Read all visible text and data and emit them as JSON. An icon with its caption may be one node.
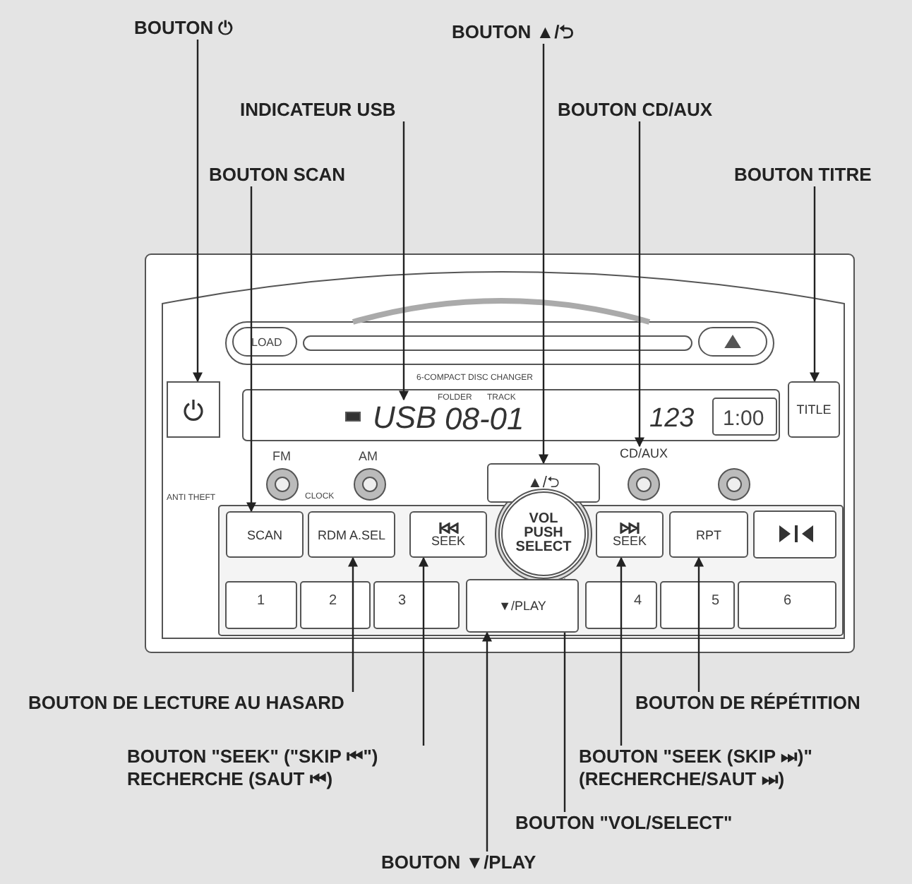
{
  "diagram": {
    "nodes": [
      {
        "text": [
          "BOUTON ⏻"
        ]
      },
      {
        "text": [
          "BOUTON ▲/⮌"
        ]
      },
      {
        "text": [
          "INDICATEUR USB"
        ]
      },
      {
        "text": [
          "BOUTON CD/AUX"
        ]
      },
      {
        "text": [
          "BOUTON SCAN"
        ]
      },
      {
        "text": [
          "BOUTON TITRE"
        ]
      },
      {
        "text": [
          "BOUTON DE LECTURE AU HASARD"
        ]
      },
      {
        "text": [
          "BOUTON DE RÉPÉTITION"
        ]
      },
      {
        "text": [
          "BOUTON \"SEEK\" (\"SKIP ⏮\") RECHERCHE (SAUT ⏮)"
        ]
      },
      {
        "text": [
          "BOUTON \"SEEK (SKIP ⏭)\" (RECHERCHE/SAUT ⏭)"
        ]
      },
      {
        "text": [
          "BOUTON \"VOL/SELECT\""
        ]
      },
      {
        "text": [
          "BOUTON ▼/PLAY"
        ]
      },
      {
        "text": [],
        "shape": "box"
      },
      {
        "text": [
          "▲/⮌"
        ]
      },
      {
        "text": [
          "USB"
        ]
      },
      {
        "text": [
          "CD/AUX"
        ]
      },
      {
        "text": [
          "SCAN"
        ]
      },
      {
        "text": [
          "TITLE"
        ]
      },
      {
        "text": [
          "RDM A.SEL"
        ]
      },
      {
        "text": [
          "RPT"
        ]
      },
      {
        "text": [
          "SEEK"
        ]
      },
      {
        "text": [
          "SEEK"
        ]
      },
      {
        "text": [
          "VOL PUSH SELECT"
        ]
      },
      {
        "text": [
          "▼/PLAY"
        ]
      }
    ],
    "edges": [
      {
        "from": 0,
        "to": 12,
        "arrow": "to"
      },
      {
        "from": 1,
        "to": 13,
        "arrow": "to"
      },
      {
        "from": 2,
        "to": 14,
        "arrow": "to"
      },
      {
        "from": 3,
        "to": 15,
        "arrow": "to"
      },
      {
        "from": 4,
        "to": 16,
        "arrow": "to"
      },
      {
        "from": 5,
        "to": 17,
        "arrow": "to"
      },
      {
        "from": 6,
        "to": 18,
        "arrow": "to"
      },
      {
        "from": 7,
        "to": 19,
        "arrow": "to"
      },
      {
        "from": 8,
        "to": 20,
        "arrow": "to"
      },
      {
        "from": 9,
        "to": 21,
        "arrow": "to"
      },
      {
        "from": 10,
        "to": 22,
        "arrow": "to"
      },
      {
        "from": 11,
        "to": 23,
        "arrow": "to"
      }
    ],
    "labels": [
      "LOAD",
      "6-COMPACT DISC CHANGER",
      "FOLDER",
      "TRACK",
      "08-01",
      "123",
      "1:00",
      "FM",
      "ANTI THEFT",
      "CLOCK",
      "AM",
      "1",
      "2",
      "3",
      "4",
      "5",
      "6"
    ]
  }
}
